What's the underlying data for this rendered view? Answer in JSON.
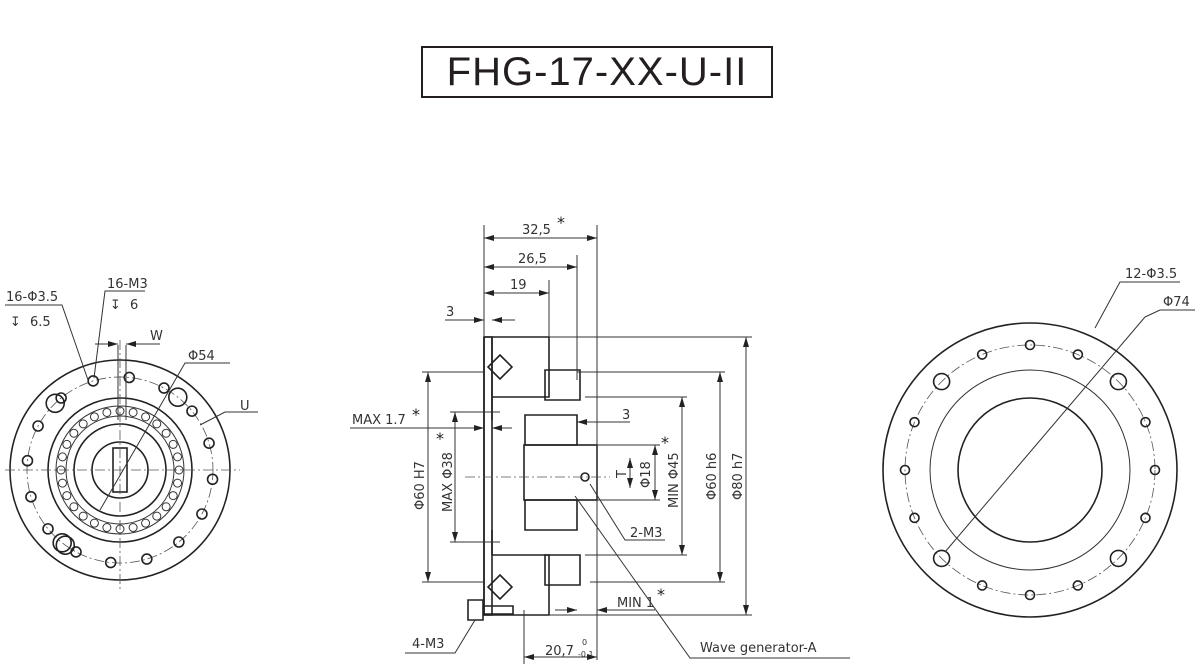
{
  "title": "FHG-17-XX-U-II",
  "front_view": {
    "holes_label": "16-Φ3.5",
    "holes_depth": "6.5",
    "threads_label": "16-M3",
    "threads_depth": "6",
    "w_label": "W",
    "pcd_label": "Φ54",
    "u_label": "U"
  },
  "section_view": {
    "dim_total": "32,5",
    "dim_mid": "26,5",
    "dim_19": "19",
    "dim_3_left": "3",
    "max_17": "MAX 1.7",
    "bore_h7": "Φ60 H7",
    "max_38": "MAX Φ38",
    "dim_3_right": "3",
    "t_label": "T",
    "d18": "Φ18",
    "min_45": "MIN Φ45",
    "shaft_h6": "Φ60 h6",
    "outer_h7": "Φ80 h7",
    "screws_2m3": "2-M3",
    "min_1": "MIN 1",
    "screws_4m3": "4-M3",
    "dim_bottom": "20,7",
    "tol_upper": "0",
    "tol_lower": "-0.1",
    "wave_generator": "Wave generator-A",
    "asterisk": "*"
  },
  "rear_view": {
    "holes_label": "12-Φ3.5",
    "pcd_label": "Φ74"
  }
}
